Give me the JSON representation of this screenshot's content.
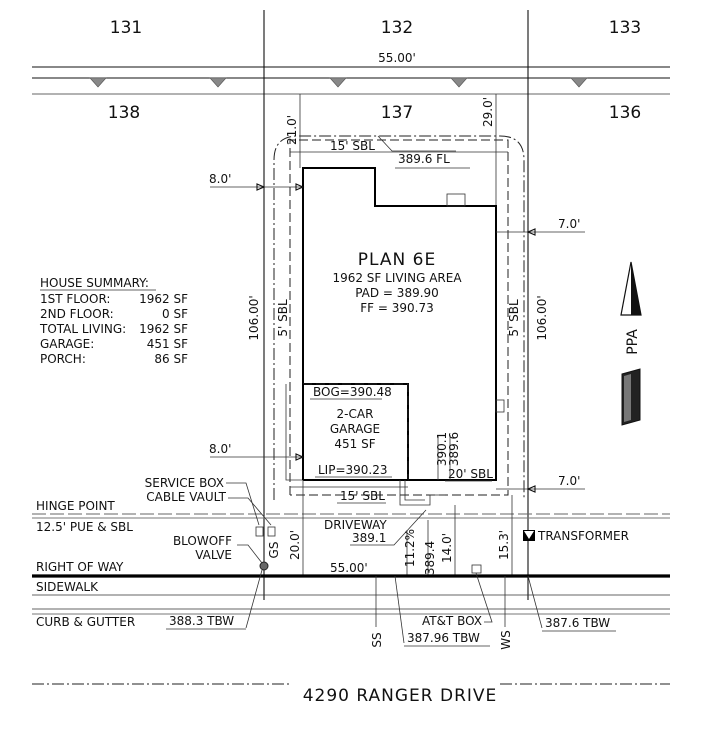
{
  "lots": {
    "top": [
      "131",
      "132",
      "133"
    ],
    "row": [
      "138",
      "137",
      "136"
    ]
  },
  "dimensions": {
    "top_width": "55.00'",
    "bottom_width": "55.00'",
    "left_depth": "106.00'",
    "right_depth": "106.00'",
    "rear_left": "21.0'",
    "rear_right": "29.0'",
    "side_left_top": "8.0'",
    "side_left_bottom": "8.0'",
    "side_right_top": "7.0'",
    "side_right_bottom": "7.0'",
    "front_setback": "20.0'",
    "drive_setback": "14.0'",
    "right_front": "15.3'",
    "slope": "11.2%"
  },
  "setbacks": {
    "rear": "15' SBL",
    "front": "15' SBL",
    "garage": "20' SBL",
    "left": "5' SBL",
    "right": "5' SBL"
  },
  "elevations": {
    "flowline": "389.6 FL",
    "bog": "BOG=390.48",
    "lip": "LIP=390.23",
    "driveway_elev": "389.1",
    "e1": "390.1",
    "e2": "389.6",
    "e3": "389.4",
    "tbw_left": "388.3 TBW",
    "tbw_center": "387.96 TBW",
    "tbw_right": "387.6 TBW"
  },
  "plan": {
    "title": "PLAN 6E",
    "living": "1962 SF LIVING AREA",
    "pad": "PAD = 389.90",
    "ff": "FF = 390.73"
  },
  "garage": {
    "line1": "2-CAR",
    "line2": "GARAGE",
    "line3": "451 SF"
  },
  "summary": {
    "title": "HOUSE SUMMARY:",
    "rows": [
      {
        "label": "1ST FLOOR:",
        "value": "1962 SF"
      },
      {
        "label": "2ND FLOOR:",
        "value": "0 SF"
      },
      {
        "label": "TOTAL LIVING:",
        "value": "1962 SF"
      },
      {
        "label": "GARAGE:",
        "value": "451 SF"
      },
      {
        "label": "PORCH:",
        "value": "86 SF"
      }
    ]
  },
  "labels": {
    "service_box": "SERVICE BOX",
    "cable_vault": "CABLE VAULT",
    "hinge_point": "HINGE POINT",
    "pue": "12.5' PUE & SBL",
    "blowoff1": "BLOWOFF",
    "blowoff2": "VALVE",
    "gs": "GS",
    "driveway": "DRIVEWAY",
    "transformer": "TRANSFORMER",
    "row": "RIGHT OF WAY",
    "sidewalk": "SIDEWALK",
    "curb": "CURB & GUTTER",
    "att": "AT&T BOX",
    "ss": "SS",
    "ws": "WS",
    "north_logo": "PPA"
  },
  "street": {
    "name": "4290 RANGER DRIVE"
  }
}
